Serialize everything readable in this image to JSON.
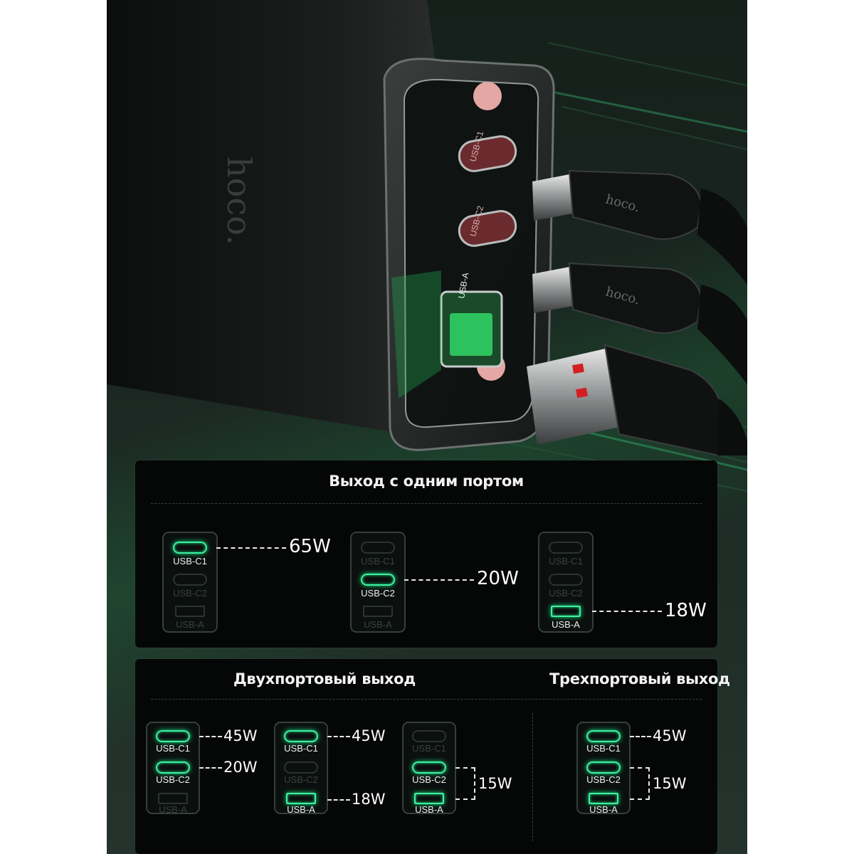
{
  "brand": {
    "logo_text": "hoco.",
    "accent_color": "#3ff0a0",
    "port_labels": [
      "USB-C1",
      "USB-C2",
      "USB-A"
    ]
  },
  "single_port": {
    "title": "Выход с одним портом",
    "items": [
      {
        "active": "USB-C1",
        "power": "65W"
      },
      {
        "active": "USB-C2",
        "power": "20W"
      },
      {
        "active": "USB-A",
        "power": "18W"
      }
    ]
  },
  "dual_port": {
    "title": "Двухпортовый выход",
    "items": [
      {
        "c1": "45W",
        "c2": "20W"
      },
      {
        "c1": "45W",
        "a": "18W"
      },
      {
        "c2_a": "15W"
      }
    ]
  },
  "triple_port": {
    "title": "Трехпортовый выход",
    "c1": "45W",
    "c2_a": "15W"
  }
}
